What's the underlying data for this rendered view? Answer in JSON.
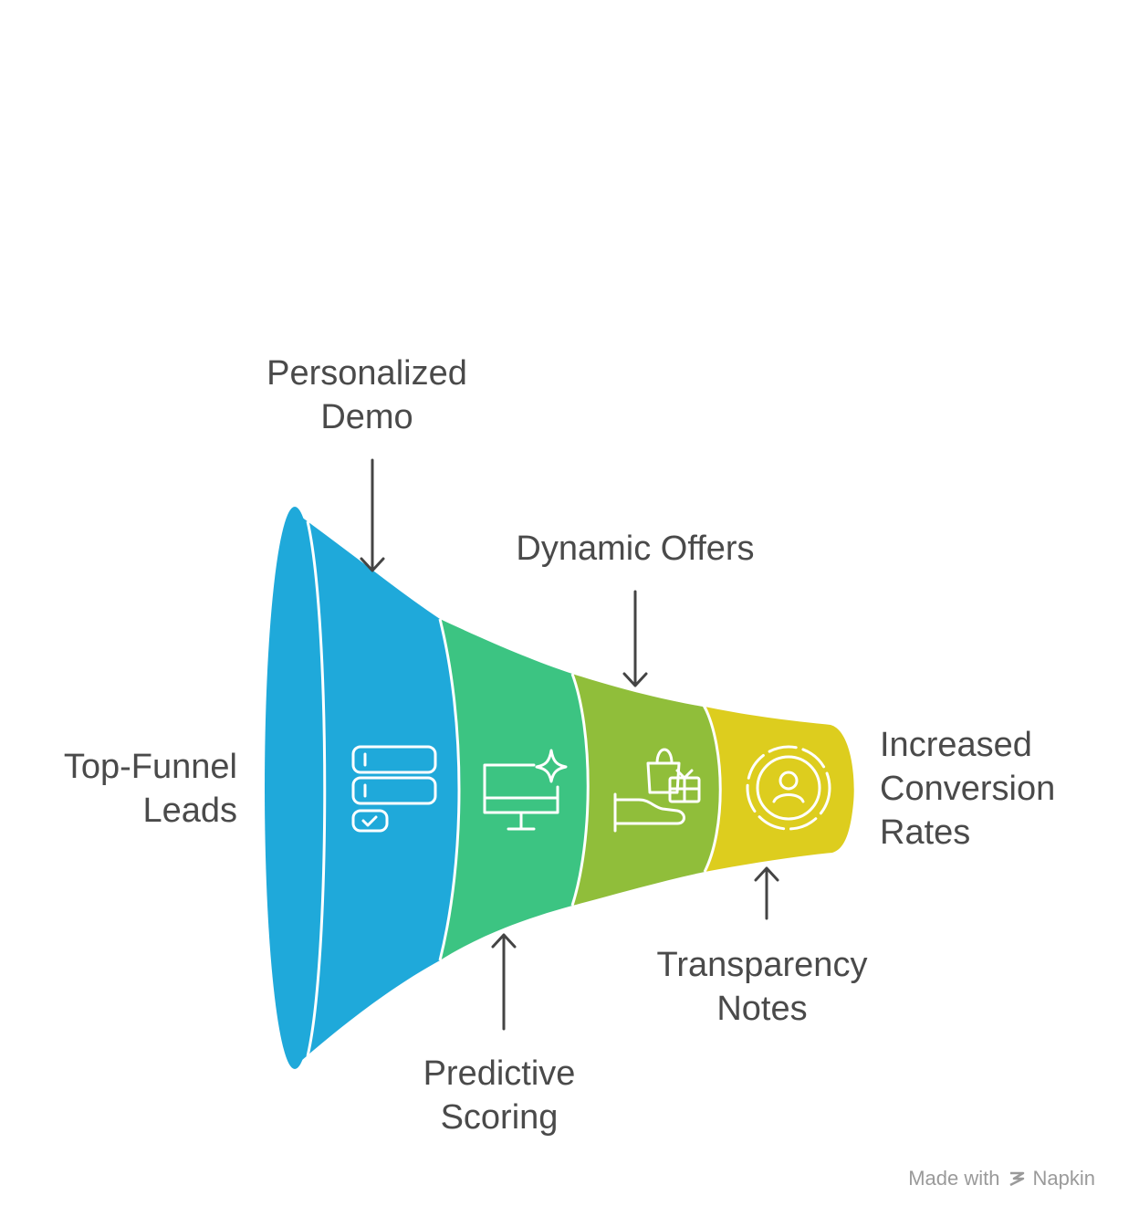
{
  "labels": {
    "top_funnel": [
      "Top-Funnel",
      "Leads"
    ],
    "personalized_demo": [
      "Personalized",
      "Demo"
    ],
    "dynamic_offers": [
      "Dynamic Offers"
    ],
    "predictive_scoring": [
      "Predictive",
      "Scoring"
    ],
    "transparency_notes": [
      "Transparency",
      "Notes"
    ],
    "increased_conversion": [
      "Increased",
      "Conversion",
      "Rates"
    ]
  },
  "stages": [
    {
      "name": "stage-1",
      "color": "#1FA9DA",
      "icon": "server-check-icon"
    },
    {
      "name": "stage-2",
      "color": "#3CC482",
      "icon": "monitor-sparkle-icon"
    },
    {
      "name": "stage-3",
      "color": "#90BE3A",
      "icon": "hand-gift-icon"
    },
    {
      "name": "stage-4",
      "color": "#DDCD1E",
      "icon": "user-target-icon"
    }
  ],
  "watermark": {
    "prefix": "Made with",
    "brand": "Napkin"
  }
}
